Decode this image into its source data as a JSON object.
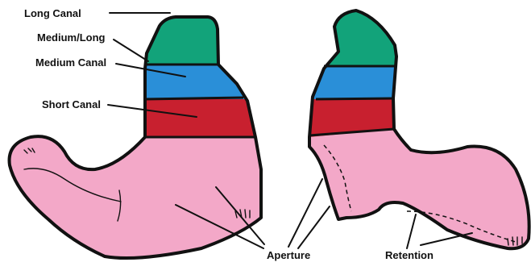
{
  "labels": {
    "long_canal": "Long Canal",
    "medium_long": "Medium/Long",
    "medium_canal": "Medium Canal",
    "short_canal": "Short Canal",
    "aperture": "Aperture",
    "retention": "Retention"
  },
  "colors": {
    "long_band": "#12a37a",
    "medium_band": "#2a8fd8",
    "short_band": "#c8202f",
    "body": "#f3a8c8",
    "outline": "#111111"
  }
}
